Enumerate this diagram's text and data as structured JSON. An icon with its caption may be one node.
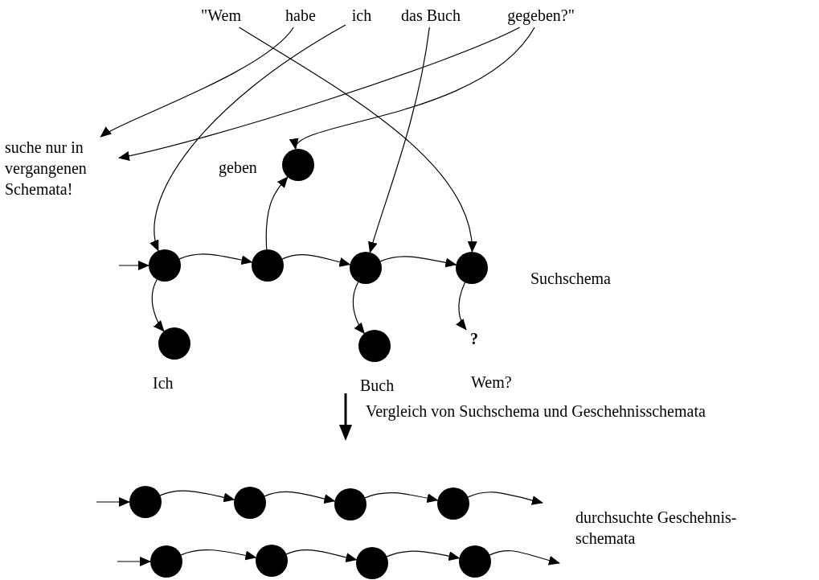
{
  "diagram": {
    "nodes": [
      {
        "text": [
          "\"Wem"
        ]
      },
      {
        "text": [
          "habe"
        ]
      },
      {
        "text": [
          "ich"
        ]
      },
      {
        "text": [
          "das Buch"
        ]
      },
      {
        "text": [
          "gegeben?\""
        ]
      },
      {
        "text": [
          "suche nur in vergangenen Schemata!"
        ]
      },
      {
        "text": [],
        "shape": "circle",
        "beside": [
          "geben"
        ]
      },
      {
        "text": [],
        "shape": "circle"
      },
      {
        "text": [],
        "shape": "circle"
      },
      {
        "text": [],
        "shape": "circle"
      },
      {
        "text": [],
        "shape": "circle"
      },
      {
        "text": [],
        "shape": "circle",
        "beside": [
          "Ich"
        ]
      },
      {
        "text": [],
        "shape": "circle",
        "beside": [
          "Buch"
        ]
      },
      {
        "text": [
          "?"
        ],
        "beside": [
          "Wem?"
        ]
      },
      {
        "text": [],
        "shape": "circle"
      },
      {
        "text": [],
        "shape": "circle"
      },
      {
        "text": [],
        "shape": "circle"
      },
      {
        "text": [],
        "shape": "circle"
      },
      {
        "text": [],
        "shape": "circle"
      },
      {
        "text": [],
        "shape": "circle"
      },
      {
        "text": [],
        "shape": "circle"
      },
      {
        "text": [],
        "shape": "circle"
      }
    ],
    "edges": [
      {
        "from": 1,
        "to": 5,
        "arrow": "to"
      },
      {
        "from": 4,
        "to": 5,
        "arrow": "to"
      },
      {
        "from": 0,
        "to": 10,
        "arrow": "to"
      },
      {
        "from": 2,
        "to": 7,
        "arrow": "to"
      },
      {
        "from": 3,
        "to": 9,
        "arrow": "to"
      },
      {
        "from": 4,
        "to": 6,
        "arrow": "to"
      },
      {
        "from": 8,
        "to": 6,
        "arrow": "to"
      },
      {
        "from": null,
        "to": 7,
        "arrow": "to"
      },
      {
        "from": 7,
        "to": 8,
        "arrow": "to"
      },
      {
        "from": 8,
        "to": 9,
        "arrow": "to"
      },
      {
        "from": 9,
        "to": 10,
        "arrow": "to"
      },
      {
        "from": 7,
        "to": 11,
        "arrow": "to"
      },
      {
        "from": 9,
        "to": 12,
        "arrow": "to"
      },
      {
        "from": 10,
        "to": 13,
        "arrow": "to"
      },
      {
        "from": null,
        "to": 14,
        "arrow": "to"
      },
      {
        "from": 14,
        "to": 15,
        "arrow": "to"
      },
      {
        "from": 15,
        "to": 16,
        "arrow": "to"
      },
      {
        "from": 16,
        "to": 17,
        "arrow": "to"
      },
      {
        "from": 17,
        "to": null,
        "arrow": "to"
      },
      {
        "from": null,
        "to": 18,
        "arrow": "to"
      },
      {
        "from": 18,
        "to": 19,
        "arrow": "to"
      },
      {
        "from": 19,
        "to": 20,
        "arrow": "to"
      },
      {
        "from": 20,
        "to": 21,
        "arrow": "to"
      },
      {
        "from": 21,
        "to": null,
        "arrow": "to"
      }
    ],
    "labels": [
      "Suchschema",
      "Vergleich von Suchschema und Geschehnisschemata",
      "durchsuchte Geschehnis- schemata"
    ]
  }
}
